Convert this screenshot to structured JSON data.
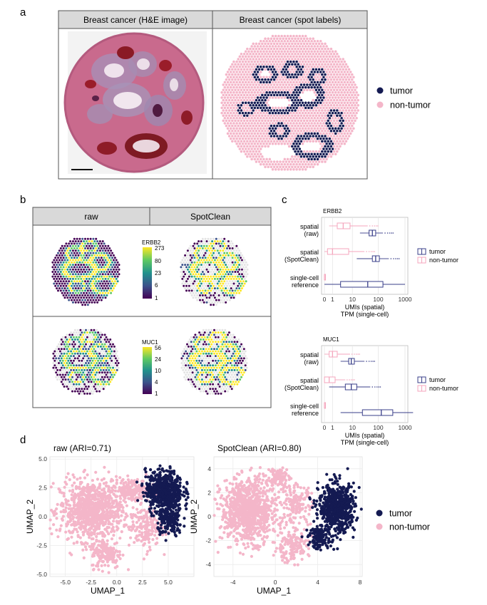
{
  "panel_a": {
    "letter": "a",
    "header_left": "Breast cancer (H&E image)",
    "header_right": "Breast cancer (spot labels)",
    "legend": [
      {
        "label": "tumor",
        "color": "#141a52"
      },
      {
        "label": "non-tumor",
        "color": "#f4b6c9"
      }
    ]
  },
  "panel_b": {
    "letter": "b",
    "header_left": "raw",
    "header_right": "SpotClean",
    "colorbars": [
      {
        "gene": "ERBB2",
        "ticks": [
          "273",
          "80",
          "23",
          "6",
          "1"
        ]
      },
      {
        "gene": "MUC1",
        "ticks": [
          "56",
          "24",
          "10",
          "4",
          "1"
        ]
      }
    ],
    "colors": [
      "#440154",
      "#3b528b",
      "#21918c",
      "#5ec962",
      "#fde725"
    ]
  },
  "panel_c": {
    "letter": "c",
    "x_ticks": [
      "0",
      "1",
      "10",
      "100",
      "1000"
    ],
    "xlabel_1": "UMIs (spatial)",
    "xlabel_2": "TPM (single-cell)",
    "legend": [
      {
        "label": "tumor",
        "color": "#3a3f8a"
      },
      {
        "label": "non-tumor",
        "color": "#f4a6bd"
      }
    ]
  },
  "panel_d": {
    "letter": "d",
    "legend": [
      {
        "label": "tumor",
        "color": "#141a52"
      },
      {
        "label": "non-tumor",
        "color": "#f4b6c9"
      }
    ]
  },
  "chart_data": [
    {
      "type": "box",
      "title": "ERBB2",
      "xscale": "log1p",
      "categories": [
        "spatial\n(raw)",
        "spatial\n(SpotClean)",
        "single-cell\nreference"
      ],
      "category_lines": [
        [
          "spatial",
          "(raw)"
        ],
        [
          "spatial",
          "(SpotClean)"
        ],
        [
          "single-cell",
          "reference"
        ]
      ],
      "series": [
        {
          "name": "tumor",
          "boxes": [
            {
              "min": 20,
              "q1": 45,
              "median": 60,
              "q3": 80,
              "max": 150
            },
            {
              "min": 15,
              "q1": 60,
              "median": 80,
              "q3": 110,
              "max": 250
            },
            {
              "min": 0,
              "q1": 3,
              "median": 40,
              "q3": 150,
              "max": 1000
            }
          ]
        },
        {
          "name": "non-tumor",
          "boxes": [
            {
              "min": 0.5,
              "q1": 2,
              "median": 4,
              "q3": 8,
              "max": 40
            },
            {
              "min": 0,
              "q1": 0.3,
              "median": 1,
              "q3": 7,
              "max": 30
            },
            {
              "min": 0,
              "q1": 0,
              "median": 0,
              "q3": 0,
              "max": 0
            }
          ]
        }
      ]
    },
    {
      "type": "box",
      "title": "MUC1",
      "xscale": "log1p",
      "categories": [
        "spatial\n(raw)",
        "spatial\n(SpotClean)",
        "single-cell\nreference"
      ],
      "category_lines": [
        [
          "spatial",
          "(raw)"
        ],
        [
          "spatial",
          "(SpotClean)"
        ],
        [
          "single-cell",
          "reference"
        ]
      ],
      "series": [
        {
          "name": "tumor",
          "boxes": [
            {
              "min": 3,
              "q1": 7,
              "median": 9,
              "q3": 12,
              "max": 30
            },
            {
              "min": 0.5,
              "q1": 5,
              "median": 9,
              "q3": 15,
              "max": 50
            },
            {
              "min": 3,
              "q1": 25,
              "median": 130,
              "q3": 350,
              "max": 2000
            }
          ]
        },
        {
          "name": "non-tumor",
          "boxes": [
            {
              "min": 0,
              "q1": 0.5,
              "median": 1,
              "q3": 2,
              "max": 8
            },
            {
              "min": 0,
              "q1": 0,
              "median": 0.5,
              "q3": 1.5,
              "max": 5
            },
            {
              "min": 0,
              "q1": 0,
              "median": 0,
              "q3": 0,
              "max": 0
            }
          ]
        }
      ]
    },
    {
      "type": "scatter",
      "title": "raw (ARI=0.71)",
      "xlabel": "UMAP_1",
      "ylabel": "UMAP_2",
      "xlim": [
        -6.5,
        7.5
      ],
      "ylim": [
        -5.2,
        5.2
      ],
      "x_ticks": [
        -5.0,
        -2.5,
        0.0,
        2.5,
        5.0
      ],
      "y_ticks": [
        5.0,
        2.5,
        0.0,
        -2.5,
        -5.0
      ],
      "x_tick_labels": [
        "-5.0",
        "-2.5",
        "0.0",
        "2.5",
        "5.0"
      ],
      "y_tick_labels": [
        "5.0",
        "2.5",
        "0.0",
        "-2.5",
        "-5.0"
      ],
      "series": [
        {
          "name": "non-tumor",
          "regions": [
            {
              "cx": -2.5,
              "cy": 0.5,
              "rx": 3.0,
              "ry": 2.6,
              "n": 900
            },
            {
              "cx": -1.0,
              "cy": -3.2,
              "rx": 1.5,
              "ry": 1.3,
              "n": 160
            },
            {
              "cx": 1.5,
              "cy": 2.3,
              "rx": 1.7,
              "ry": 1.0,
              "n": 180
            },
            {
              "cx": 2.8,
              "cy": -1.0,
              "rx": 1.6,
              "ry": 1.8,
              "n": 160
            }
          ]
        },
        {
          "name": "tumor",
          "regions": [
            {
              "cx": 4.6,
              "cy": 2.2,
              "rx": 1.8,
              "ry": 1.8,
              "n": 600
            },
            {
              "cx": 5.2,
              "cy": -0.4,
              "rx": 1.2,
              "ry": 1.3,
              "n": 170
            }
          ]
        }
      ]
    },
    {
      "type": "scatter",
      "title": "SpotClean (ARI=0.80)",
      "xlabel": "UMAP_1",
      "ylabel": "UMAP_2",
      "xlim": [
        -5.8,
        8.2
      ],
      "ylim": [
        -5.0,
        5.0
      ],
      "x_ticks": [
        -4,
        0,
        4,
        8
      ],
      "y_ticks": [
        4,
        2,
        0,
        -2,
        -4
      ],
      "x_tick_labels": [
        "-4",
        "0",
        "4",
        "8"
      ],
      "y_tick_labels": [
        "4",
        "2",
        "0",
        "-2",
        "-4"
      ],
      "series": [
        {
          "name": "non-tumor",
          "regions": [
            {
              "cx": -2.5,
              "cy": 0.5,
              "rx": 2.6,
              "ry": 2.6,
              "n": 950
            },
            {
              "cx": 0.3,
              "cy": 3.3,
              "rx": 1.0,
              "ry": 0.8,
              "n": 90
            },
            {
              "cx": 1.5,
              "cy": -2.5,
              "rx": 1.6,
              "ry": 1.3,
              "n": 150
            },
            {
              "cx": 2.0,
              "cy": 1.0,
              "rx": 1.4,
              "ry": 1.6,
              "n": 150
            }
          ]
        },
        {
          "name": "tumor",
          "regions": [
            {
              "cx": 5.8,
              "cy": 0.7,
              "rx": 1.7,
              "ry": 2.0,
              "n": 650
            },
            {
              "cx": 4.2,
              "cy": -1.8,
              "rx": 1.1,
              "ry": 0.9,
              "n": 120
            }
          ]
        }
      ]
    }
  ]
}
